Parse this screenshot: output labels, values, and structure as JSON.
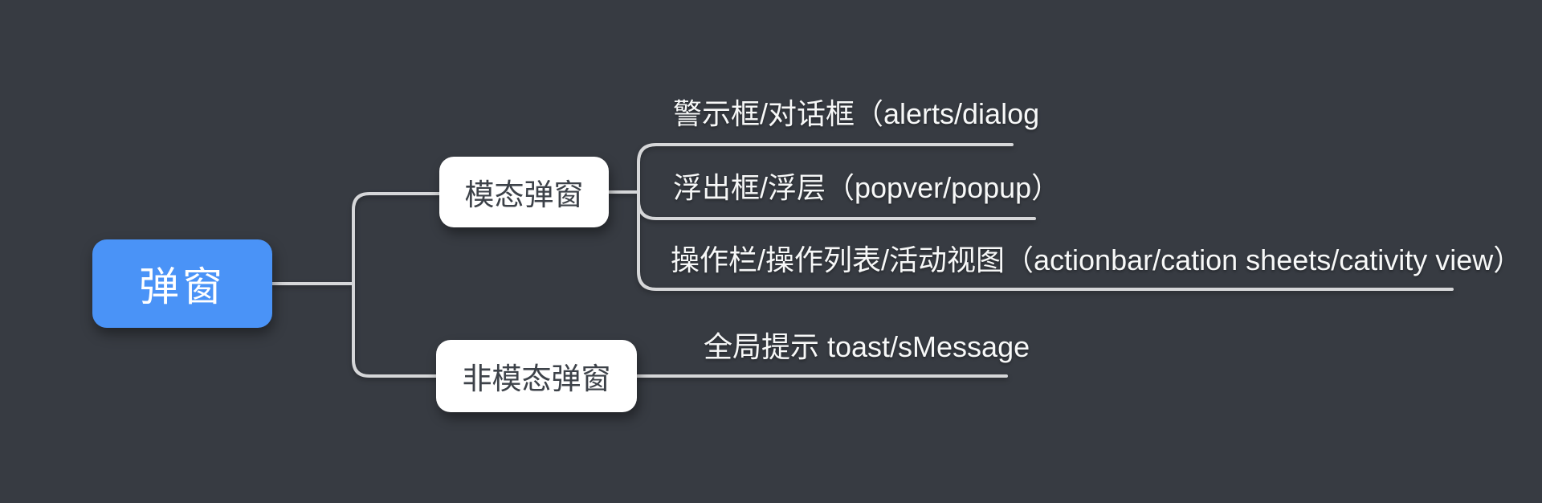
{
  "canvas": {
    "background_color": "#373b42",
    "connector_color": "#d6d7d9",
    "root_color": "#4a93f7",
    "branch_node_color": "#ffffff",
    "branch_text_color": "#3d4249",
    "subtopic_text_color": "#f7f8f8"
  },
  "mindmap": {
    "root": {
      "label": "弹窗"
    },
    "branches": [
      {
        "label": "模态弹窗",
        "children": [
          {
            "label": "警示框/对话框（alerts/dialog"
          },
          {
            "label": "浮出框/浮层（popver/popup）"
          },
          {
            "label": "操作栏/操作列表/活动视图（actionbar/cation sheets/cativity view）"
          }
        ]
      },
      {
        "label": "非模态弹窗",
        "children": [
          {
            "label": "全局提示 toast/sMessage"
          }
        ]
      }
    ]
  }
}
